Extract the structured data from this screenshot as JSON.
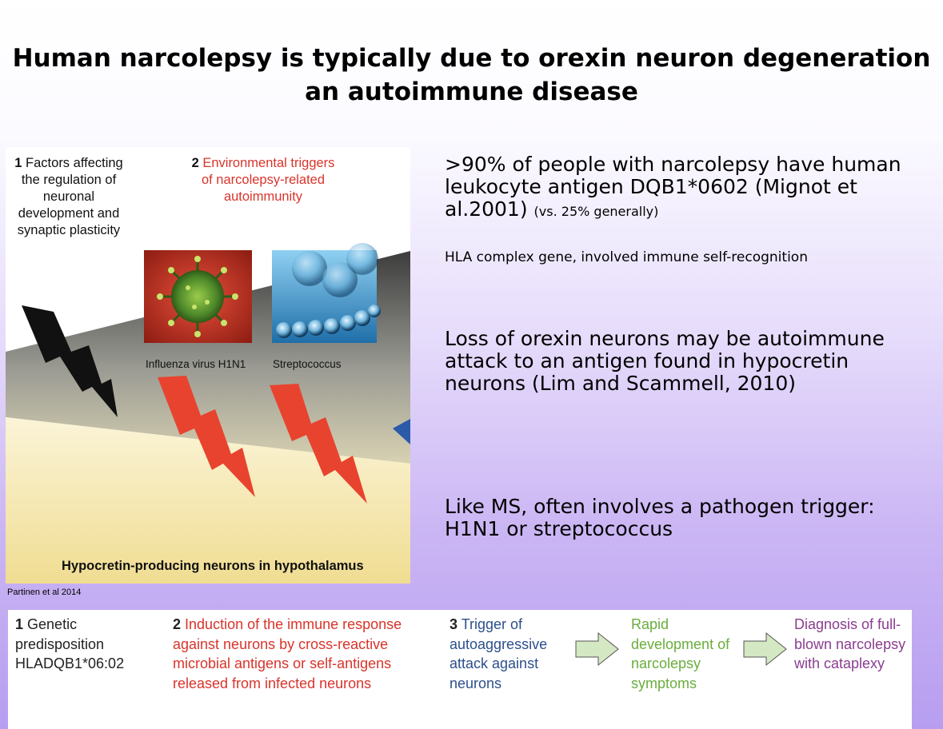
{
  "title": {
    "line1": "Human narcolepsy is typically due to orexin neuron degeneration",
    "line2": "an autoimmune disease"
  },
  "figure": {
    "factor1_num": "1",
    "factor1_text": "Factors affecting the regulation of neuronal development and synaptic plasticity",
    "factor2_num": "2",
    "factor2_text": "Environmental triggers of narcolepsy-related autoimmunity",
    "virus_caption": "Influenza virus H1N1",
    "strep_caption": "Streptococcus",
    "bottom_label": "Hypocretin-producing neurons in hypothalamus",
    "colors": {
      "red_text": "#d9342b",
      "bolt_black": "#111111",
      "bolt_red": "#e8432f",
      "virus_green": "#4f8a2a",
      "strep_blue": "#5aa7d8",
      "sand": "#f3e4a4"
    }
  },
  "credit": "Partinen et al 2014",
  "right": {
    "p1_main": ">90% of people with narcolepsy have human leukocyte antigen DQB1*0602 (Mignot et al.2001)",
    "p1_small": "(vs. 25% generally)",
    "hla": "HLA complex gene, involved immune self-recognition",
    "p2": "Loss of orexin neurons may be autoimmune attack to an antigen found in hypocretin neurons (Lim and Scammell, 2010)",
    "p3": "Like MS, often involves a pathogen trigger: H1N1 or streptococcus"
  },
  "strip": {
    "s1_num": "1",
    "s1_text": "Genetic predisposition HLADQB1*06:02",
    "s2_num": "2",
    "s2_text": "Induction of the immune response against neurons by cross-reactive microbial antigens or self-antigens released from infected neurons",
    "s3_num": "3",
    "s3_text": "Trigger of autoaggressive attack against neurons",
    "s4_text": "Rapid development of narcolepsy symptoms",
    "s5_text": "Diagnosis of full-blown narcolepsy with cataplexy",
    "arrow_color": "#d5e8c4"
  }
}
